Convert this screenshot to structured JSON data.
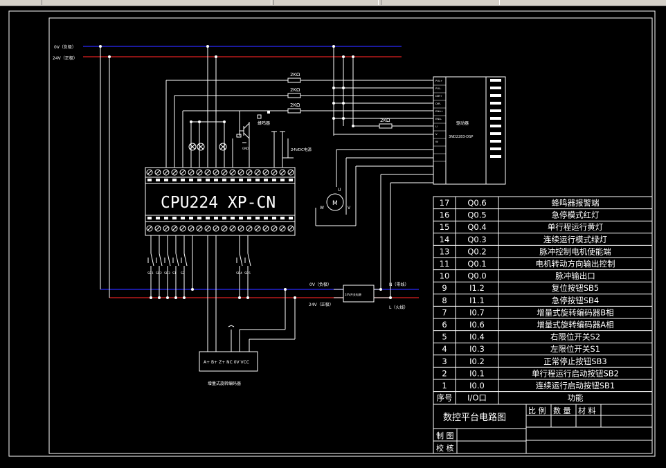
{
  "window": {
    "toolbar_icons": [
      "toolbar-icon-1",
      "toolbar-icon-2",
      "toolbar-icon-3"
    ]
  },
  "rails": {
    "neg_label": "0V（负极）",
    "pos_label": "24V（正极）",
    "neg_label2": "0V（负极）",
    "pos_label2": "24V（正极）",
    "n_label": "N（零线）",
    "l_label": "L（火线）",
    "colors": {
      "neg": "#2a2aff",
      "pos": "#e02020",
      "wire": "#ffffff"
    }
  },
  "plc": {
    "model": "CPU224 XP-CN"
  },
  "resistors": [
    "2KΩ",
    "2KΩ",
    "2KΩ",
    "2KΩ"
  ],
  "buzzer_label": "蜂鸣器",
  "gnd_label": "GND",
  "dc_source_label": "24VDC电源",
  "driver": {
    "name": "驱动器",
    "model": "3ND2283-DSP",
    "left_pins": [
      "PUL+",
      "PUL-",
      "DIR+",
      "DIR-",
      "ENA+",
      "ENA-",
      "U",
      "V",
      "W",
      "",
      ""
    ]
  },
  "motor": {
    "symbol": "M",
    "u": "U",
    "v": "V",
    "w": "W"
  },
  "switches": [
    "SB1",
    "SB2",
    "SB3",
    "S1",
    "S2",
    "SB4",
    "SB5"
  ],
  "power_module_label": "24V开关电源",
  "encoder": {
    "pins": "A+ B+ Z+ NC 0V VCC",
    "name": "增量式旋转编码器"
  },
  "io_table": {
    "rows": [
      {
        "no": "17",
        "io": "Q0.6",
        "func": "蜂鸣器报警端"
      },
      {
        "no": "16",
        "io": "Q0.5",
        "func": "急停模式红灯"
      },
      {
        "no": "15",
        "io": "Q0.4",
        "func": "单行程运行黄灯"
      },
      {
        "no": "14",
        "io": "Q0.3",
        "func": "连续运行模式绿灯"
      },
      {
        "no": "13",
        "io": "Q0.2",
        "func": "脉冲控制电机使能端"
      },
      {
        "no": "11",
        "io": "Q0.1",
        "func": "电机转动方向输出控制"
      },
      {
        "no": "10",
        "io": "Q0.0",
        "func": "脉冲输出口"
      },
      {
        "no": "9",
        "io": "I1.2",
        "func": "复位按钮SB5"
      },
      {
        "no": "8",
        "io": "I1.1",
        "func": "急停按钮SB4"
      },
      {
        "no": "7",
        "io": "I0.7",
        "func": "增量式旋转编码器B相"
      },
      {
        "no": "6",
        "io": "I0.6",
        "func": "增量式旋转编码器A相"
      },
      {
        "no": "5",
        "io": "I0.4",
        "func": "右限位开关S2"
      },
      {
        "no": "4",
        "io": "I0.3",
        "func": "左限位开关S1"
      },
      {
        "no": "3",
        "io": "I0.2",
        "func": "正常停止按钮SB3"
      },
      {
        "no": "2",
        "io": "I0.1",
        "func": "单行程运行启动按钮SB2"
      },
      {
        "no": "1",
        "io": "I0.0",
        "func": "连续运行启动按钮SB1"
      }
    ],
    "header": {
      "no": "序号",
      "io": "I/O口",
      "func": "功能"
    }
  },
  "title_block": {
    "title": "数控平台电路图",
    "scale": "比 例",
    "qty": "数 量",
    "material": "材 料",
    "drawn": "制 图",
    "checked": "校 核"
  }
}
